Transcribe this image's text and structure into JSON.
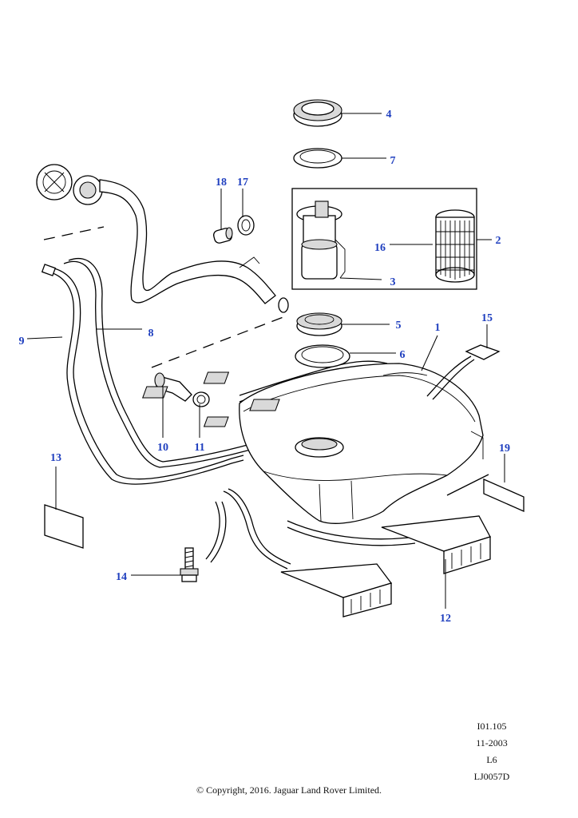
{
  "callouts": [
    {
      "id": "c1",
      "label": "1"
    },
    {
      "id": "c2",
      "label": "2"
    },
    {
      "id": "c3",
      "label": "3"
    },
    {
      "id": "c4",
      "label": "4"
    },
    {
      "id": "c5",
      "label": "5"
    },
    {
      "id": "c6",
      "label": "6"
    },
    {
      "id": "c7",
      "label": "7"
    },
    {
      "id": "c8",
      "label": "8"
    },
    {
      "id": "c9",
      "label": "9"
    },
    {
      "id": "c10",
      "label": "10"
    },
    {
      "id": "c11",
      "label": "11"
    },
    {
      "id": "c12",
      "label": "12"
    },
    {
      "id": "c13",
      "label": "13"
    },
    {
      "id": "c14",
      "label": "14"
    },
    {
      "id": "c15",
      "label": "15"
    },
    {
      "id": "c16",
      "label": "16"
    },
    {
      "id": "c17",
      "label": "17"
    },
    {
      "id": "c18",
      "label": "18"
    },
    {
      "id": "c19",
      "label": "19"
    }
  ],
  "reference": {
    "code": "I01.105",
    "date": "11-2003",
    "variant": "L6",
    "drawing_number": "LJ0057D"
  },
  "copyright": "© Copyright, 2016. Jaguar Land Rover Limited.",
  "colors": {
    "callout_text": "#1f3fbf",
    "line_art": "#000000",
    "background": "#ffffff"
  }
}
